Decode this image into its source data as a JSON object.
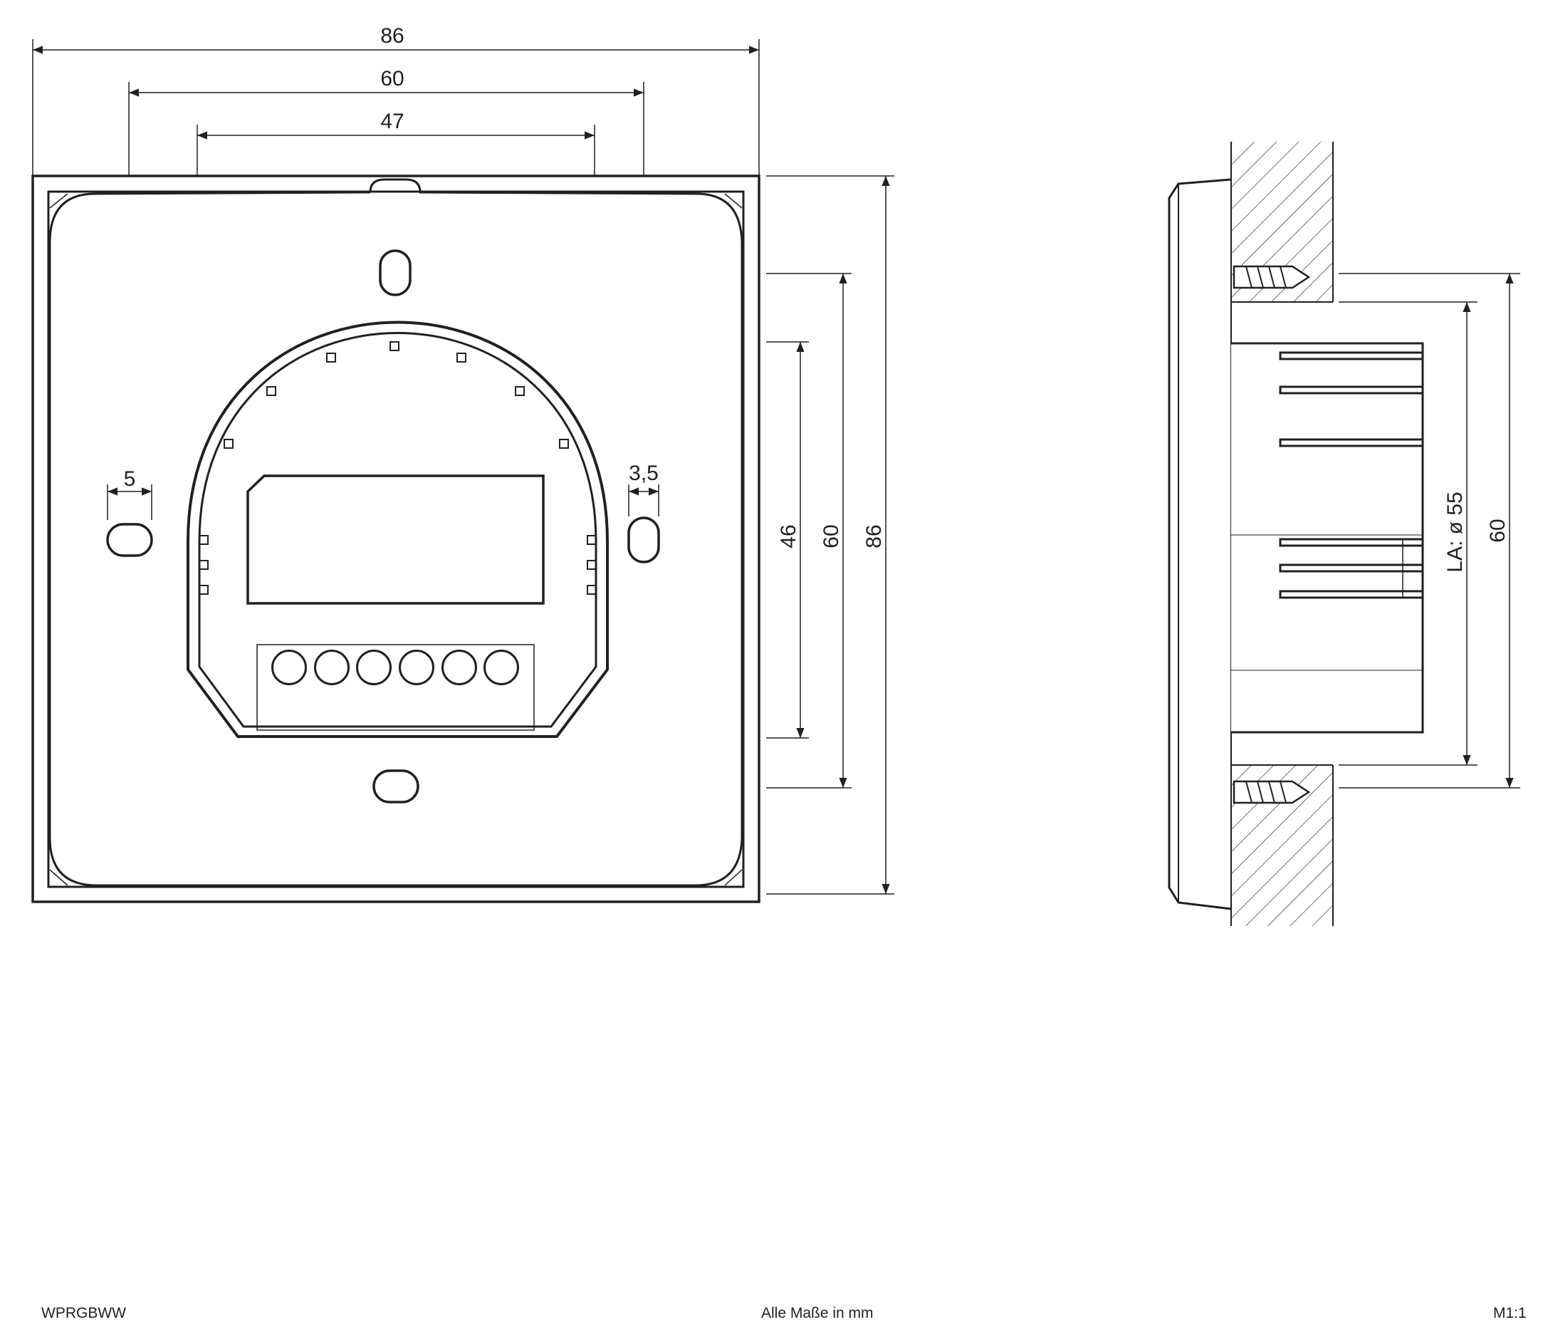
{
  "front_view": {
    "dimensions": {
      "overall_width": "86",
      "mounting_hole_spacing": "60",
      "inner_width": "47",
      "slot_width_left": "5",
      "slot_width_right": "3,5",
      "inner_height": "46",
      "mounting_height": "60",
      "overall_height": "86"
    }
  },
  "side_view": {
    "dimensions": {
      "box_diameter": "LA: ø 55",
      "mounting_height": "60"
    }
  },
  "footer": {
    "model": "WPRGBWW",
    "units_note": "Alle Maße in mm",
    "scale": "M1:1"
  },
  "colors": {
    "line": "#231f20",
    "background": "#ffffff"
  }
}
